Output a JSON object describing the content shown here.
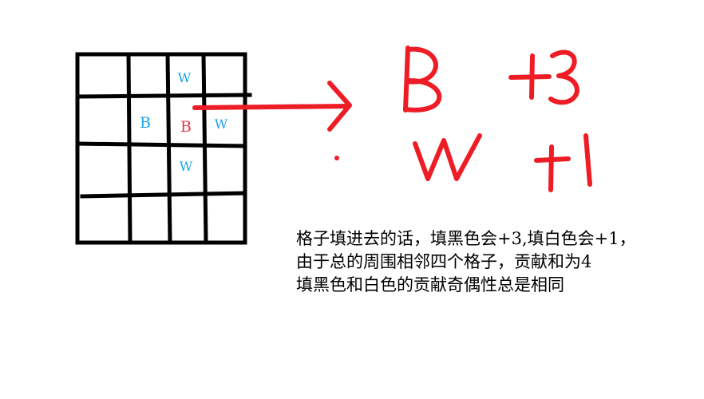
{
  "grid": {
    "rows": 4,
    "cols": 4,
    "cells": [
      {
        "row": 0,
        "col": 2,
        "label": "W",
        "color": "#1aa3e8"
      },
      {
        "row": 1,
        "col": 1,
        "label": "B",
        "color": "#1aa3e8"
      },
      {
        "row": 1,
        "col": 2,
        "label": "B",
        "color": "#ee3344"
      },
      {
        "row": 1,
        "col": 3,
        "label": "W",
        "color": "#1aa3e8"
      },
      {
        "row": 2,
        "col": 2,
        "label": "W",
        "color": "#1aa3e8"
      }
    ]
  },
  "annotation": {
    "color": "#ee1c24",
    "lines": [
      {
        "label": "B",
        "value": "+3"
      },
      {
        "label": "W",
        "value": "+1"
      }
    ]
  },
  "notes": [
    "格子填进去的话，填黑色会+3,填白色会+1，",
    "由于总的周围相邻四个格子，贡献和为4",
    "填黑色和白色的贡献奇偶性总是相同"
  ]
}
